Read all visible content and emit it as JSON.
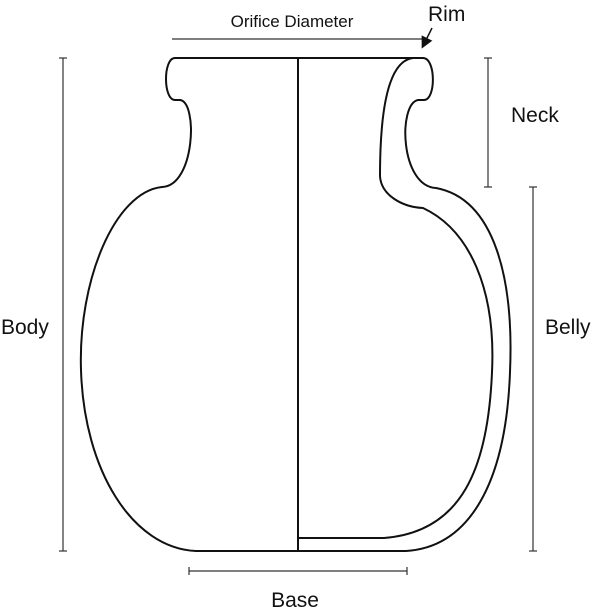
{
  "diagram": {
    "labels": {
      "orifice_diameter": "Orifice Diameter",
      "rim": "Rim",
      "neck": "Neck",
      "body": "Body",
      "belly": "Belly",
      "base": "Base"
    },
    "colors": {
      "line": "#111111",
      "background": "#ffffff"
    }
  }
}
